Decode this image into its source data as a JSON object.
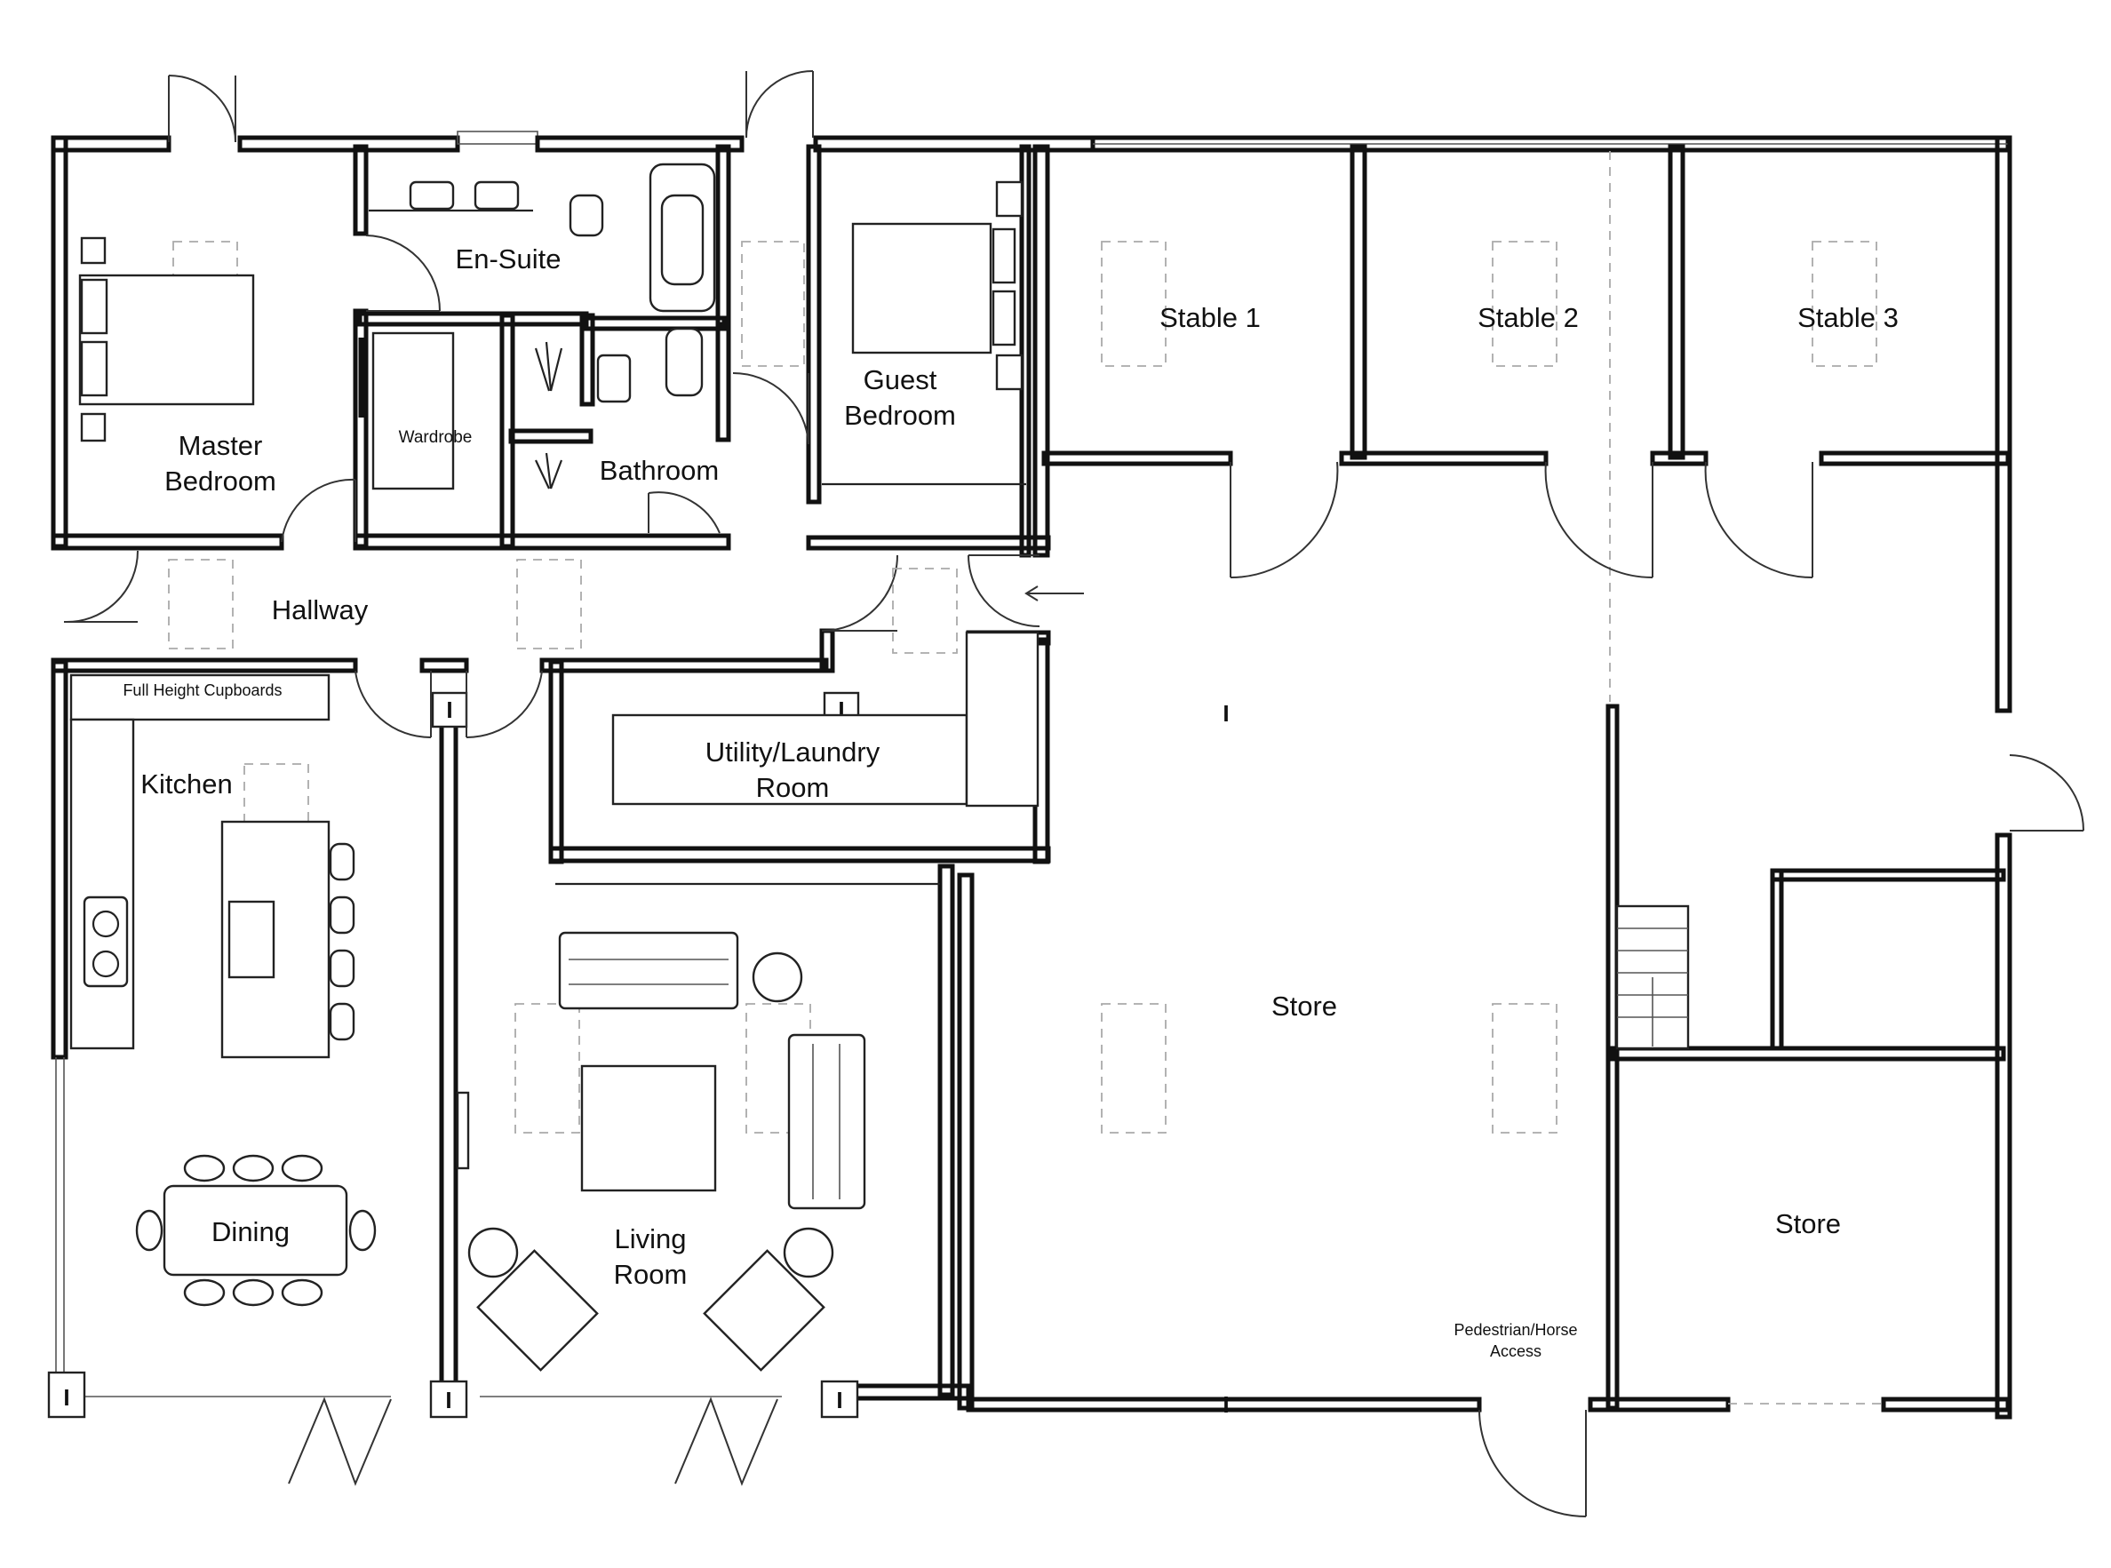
{
  "rooms": {
    "master_bedroom": [
      "Master",
      "Bedroom"
    ],
    "en_suite": "En-Suite",
    "wardrobe": "Wardrobe",
    "bathroom": "Bathroom",
    "guest_bedroom": [
      "Guest",
      "Bedroom"
    ],
    "stable_1": "Stable 1",
    "stable_2": "Stable 2",
    "stable_3": "Stable 3",
    "hallway": "Hallway",
    "full_height_cupboards": "Full Height Cupboards",
    "kitchen": "Kitchen",
    "utility": [
      "Utility/Laundry",
      "Room"
    ],
    "store_main": "Store",
    "store_small": "Store",
    "dining": "Dining",
    "living_room": [
      "Living",
      "Room"
    ],
    "access": [
      "Pedestrian/Horse",
      "Access"
    ]
  }
}
